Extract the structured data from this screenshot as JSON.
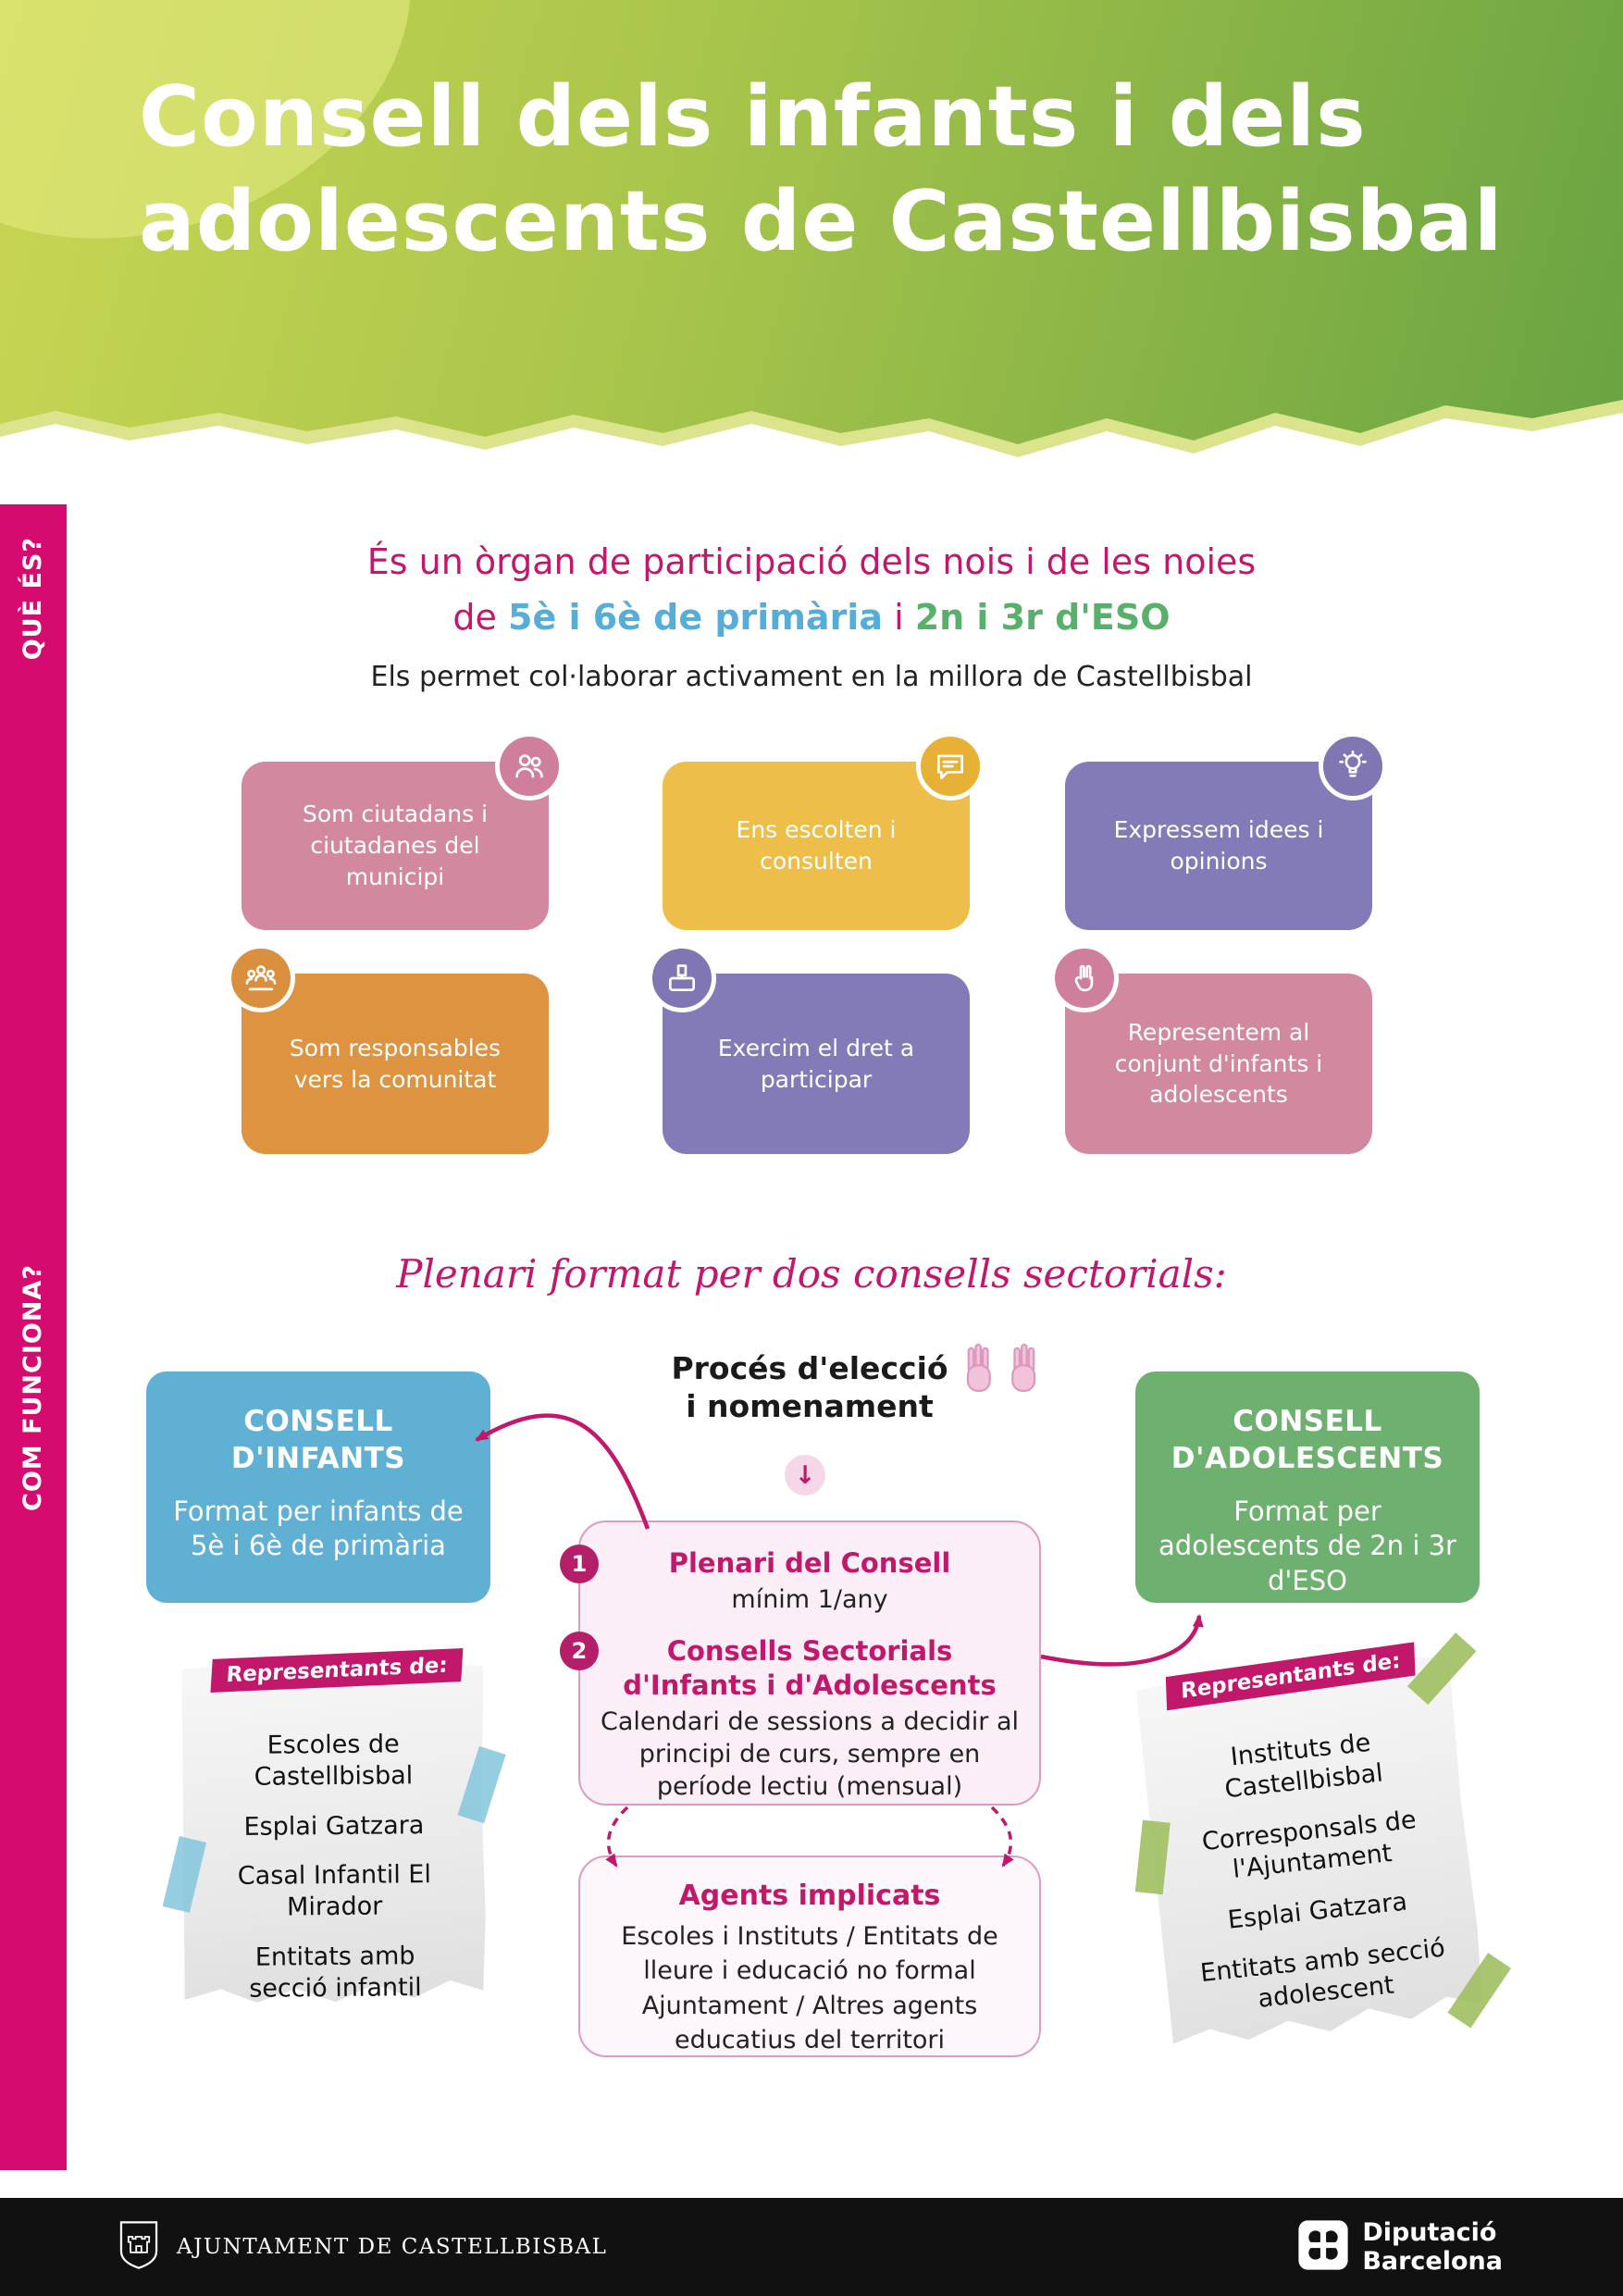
{
  "header": {
    "title_line1": "Consell dels infants i dels",
    "title_line2": "adolescents de Castellbisbal"
  },
  "sidebar": {
    "que_es": "QUÈ ÉS?",
    "com_funciona": "COM FUNCIONA?"
  },
  "what_is": {
    "line1": "És un òrgan de participació dels nois i de les noies",
    "line2_de": "de ",
    "line2_blue": "5è i 6è de primària",
    "line2_i": " i ",
    "line2_green": "2n i 3r d'ESO",
    "line3": "Els permet col·laborar activament en la millora de Castellbisbal",
    "cards": [
      {
        "text": "Som ciutadans i ciutadanes del municipi",
        "icon": "people-group-icon"
      },
      {
        "text": "Ens escolten i consulten",
        "icon": "speech-bubble-icon"
      },
      {
        "text": "Expressem idees i opinions",
        "icon": "idea-icon"
      },
      {
        "text": "Som responsables vers la comunitat",
        "icon": "community-icon"
      },
      {
        "text": "Exercim el dret a participar",
        "icon": "ballot-icon"
      },
      {
        "text": "Representem al conjunt d'infants i adolescents",
        "icon": "victory-hand-icon"
      }
    ]
  },
  "how_works": {
    "heading": "Plenari format per dos consells sectorials:",
    "infants_box": {
      "title_line1": "CONSELL",
      "title_line2": "D'INFANTS",
      "subtitle": "Format per infants de 5è i 6è de primària"
    },
    "adolescents_box": {
      "title_line1": "CONSELL",
      "title_line2": "D'ADOLESCENTS",
      "subtitle": "Format per adolescents de 2n i 3r d'ESO"
    },
    "process": {
      "title_line1": "Procés d'elecció",
      "title_line2": "i nomenament"
    },
    "steps": [
      {
        "num": "1",
        "title": "Plenari del Consell",
        "desc": "mínim 1/any"
      },
      {
        "num": "2",
        "title": "Consells Sectorials d'Infants i d'Adolescents",
        "desc": "Calendari de sessions a decidir al principi de curs, sempre en període lectiu (mensual)"
      }
    ],
    "agents": {
      "title": "Agents implicats",
      "desc": "Escoles i Instituts / Entitats de lleure i educació no formal Ajuntament / Altres agents educatius del territori"
    },
    "left_note": {
      "badge": "Representants de:",
      "items": [
        "Escoles de Castellbisbal",
        "Esplai Gatzara",
        "Casal Infantil El Mirador",
        "Entitats amb secció infantil"
      ]
    },
    "right_note": {
      "badge": "Representants de:",
      "items": [
        "Instituts de Castellbisbal",
        "Corresponsals de l'Ajuntament",
        "Esplai Gatzara",
        "Entitats amb secció adolescent"
      ]
    }
  },
  "footer": {
    "ajuntament": "AJUNTAMENT DE CASTELLBISBAL",
    "diputacio_line1": "Diputació",
    "diputacio_line2": "Barcelona"
  },
  "icons": {
    "down_arrow": "↓"
  },
  "colors": {
    "magenta": "#c2186b",
    "pink_strip": "#d60b6f",
    "header_green_light": "#c9d653",
    "header_green_dark": "#69a342",
    "card_rose": "#d2899f",
    "card_yellow": "#edbf4a",
    "card_purple": "#837bb7",
    "card_orange": "#de9340",
    "infants_blue": "#60b0d4",
    "adolescents_green": "#6db06f",
    "intro_blue": "#56aed8",
    "intro_green": "#58b06b",
    "note_paper": "#ececec",
    "tape_blue": "#82c6dc",
    "tape_green": "#9ec060",
    "footer_black": "#111111"
  }
}
